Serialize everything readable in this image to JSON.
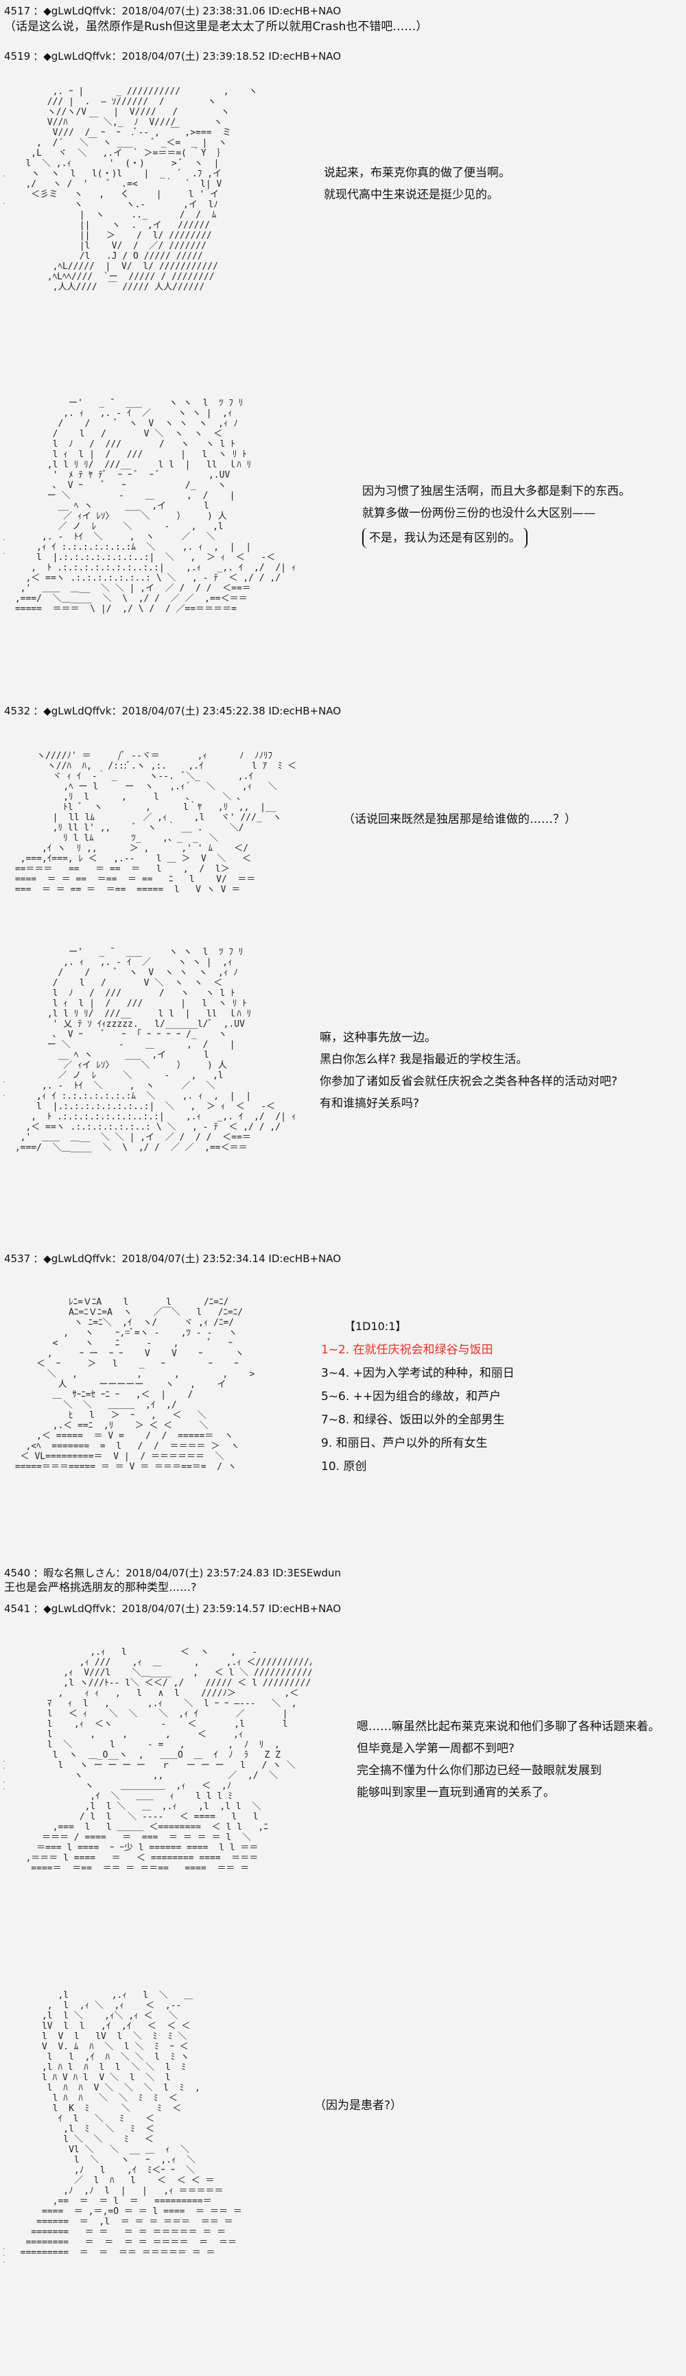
{
  "posts": [
    {
      "number": "4517",
      "author": "◆gLwLdQffvk",
      "datetime": "2018/04/07(土) 23:38:31.06",
      "id": "ID:ecHB+NAO",
      "lines": [
        "（话是这么说，虽然原作是Rush但这里是老太太了所以就用Crash也不错吧……）"
      ]
    },
    {
      "number": "4519",
      "author": "◆gLwLdQffvk",
      "datetime": "2018/04/07(土) 23:39:18.52",
      "id": "ID:ecHB+NAO",
      "panels": [
        {
          "lines": [
            "说起来，布莱克你真的做了便当啊。",
            "就现代高中生来说还是挺少见的。"
          ]
        },
        {
          "lines": [
            "因为习惯了独居生活啊，而且大多都是剩下的东西。",
            "就算多做一份两份三份的也没什么大区别——"
          ],
          "boxed": "不是，我认为还是有区别的。"
        }
      ]
    },
    {
      "number": "4532",
      "author": "◆gLwLdQffvk",
      "datetime": "2018/04/07(土) 23:45:22.38",
      "id": "ID:ecHB+NAO",
      "panels": [
        {
          "lines": [
            "（话说回来既然是独居那是给谁做的……？）"
          ]
        },
        {
          "lines": [
            "嘛，这种事先放一边。",
            "黑白你怎么样? 我是指最近的学校生活。",
            "你参加了诸如反省会就任庆祝会之类各种各样的活动对吧?",
            "有和谁搞好关系吗?"
          ]
        }
      ]
    },
    {
      "number": "4537",
      "author": "◆gLwLdQffvk",
      "datetime": "2018/04/07(土) 23:52:34.14",
      "id": "ID:ecHB+NAO",
      "choices": {
        "title": "【1D10:1】",
        "options": [
          "1~2. 在就任庆祝会和绿谷与饭田",
          "3~4. +因为入学考试的种种，和丽日",
          "5~6. ++因为组合的缘故，和芦户",
          "7~8. 和绿谷、饭田以外的全部男生",
          "9. 和丽日、芦户以外的所有女生",
          "10. 原创"
        ],
        "highlight_color": "#e8302a"
      }
    },
    {
      "number": "4540",
      "author": "暇な名無しさん",
      "datetime": "2018/04/07(土) 23:57:24.83",
      "id": "ID:3ESEwdun",
      "lines": [
        "王也是会严格挑选朋友的那种类型……?"
      ]
    },
    {
      "number": "4541",
      "author": "◆gLwLdQffvk",
      "datetime": "2018/04/07(土) 23:59:14.57",
      "id": "ID:ecHB+NAO",
      "panels": [
        {
          "lines": [
            "嗯……嘛虽然比起布莱克来说和他们多聊了各种话题来着。",
            "但毕竟是入学第一周都不到吧?",
            "完全搞不懂为什么你们那边已经一鼓眼就发展到",
            "能够叫到家里一直玩到通宵的关系了。"
          ]
        },
        {
          "lines": [
            "（因为是患者?）"
          ]
        }
      ]
    }
  ]
}
